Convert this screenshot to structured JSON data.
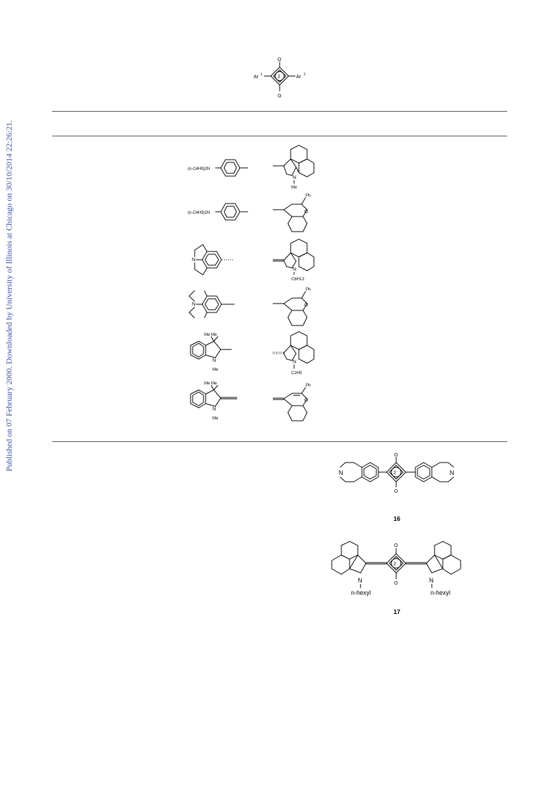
{
  "watermark": "Published on 07 February 2000. Downloaded by University of Illinois at Chicago on 30/10/2014 22:26:21.",
  "header_structure": {
    "oxygen_top": "O",
    "oxygen_bottom": "O",
    "charge": "2",
    "left_group": "Ar",
    "left_sup": "1",
    "right_group": "Ar",
    "right_sup": "2"
  },
  "rows": [
    {
      "ar1_label": "(n-C4H9)2N",
      "ar2_label": "Me"
    },
    {
      "ar1_label": "(n-C4H9)2N",
      "ar2_label": "Ph",
      "ar2_hetero": "O"
    },
    {
      "ar1_label": "N",
      "ar2_label": "C6H13",
      "ar2_hetero": "N"
    },
    {
      "ar1_label": "N",
      "ar2_label": "Ph",
      "ar2_hetero": "O"
    },
    {
      "ar1_top": "Me  Me",
      "ar1_label": "N",
      "ar1_bottom": "Me",
      "ar2_label": "C2H5",
      "ar2_hetero": "N"
    },
    {
      "ar1_top": "Me  Me",
      "ar1_label": "N",
      "ar1_bottom": "Me",
      "ar2_label": "Ph",
      "ar2_hetero": "O"
    }
  ],
  "compound16": {
    "label": "16",
    "charge": "2",
    "o_top": "O",
    "o_bottom": "O",
    "n_left": "N",
    "n_right": "N"
  },
  "compound17": {
    "label": "17",
    "charge": "2",
    "o_top": "O",
    "o_bottom": "O",
    "n_left": "N",
    "n_right": "N",
    "sub_left": "n-hexyl",
    "sub_right": "n-hexyl"
  }
}
